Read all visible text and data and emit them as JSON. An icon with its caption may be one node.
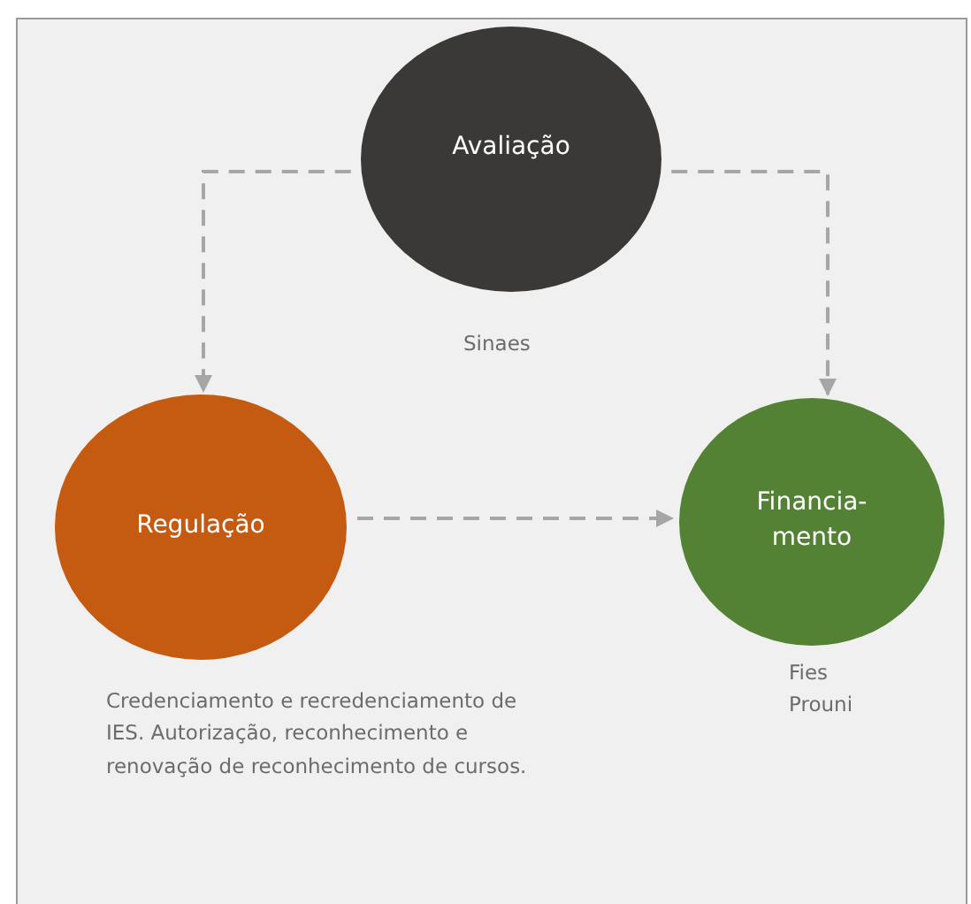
{
  "diagram": {
    "nodes": [
      {
        "text": [
          "Avaliação"
        ],
        "beside": [
          "Sinaes"
        ]
      },
      {
        "text": [
          "Regulação"
        ],
        "beside": [
          "Credenciamento e recredenciamento de IES. Autorização, reconhecimento e renovação de reconhecimento de cursos."
        ]
      },
      {
        "text": [
          "Financia- mento"
        ],
        "beside": [
          "Fies",
          "Prouni"
        ]
      }
    ],
    "edges": [
      {
        "from": 0,
        "to": 1,
        "arrow": "to",
        "style": "dashed"
      },
      {
        "from": 0,
        "to": 2,
        "arrow": "to",
        "style": "dashed"
      },
      {
        "from": 1,
        "to": 2,
        "arrow": "to",
        "style": "dashed"
      }
    ]
  }
}
